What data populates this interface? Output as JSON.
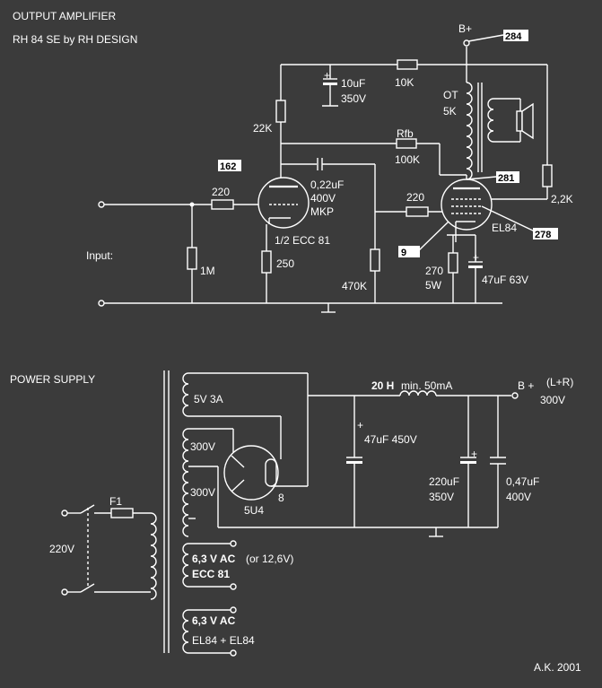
{
  "title": "OUTPUT AMPLIFIER",
  "subtitle": "RH 84 SE  by RH DESIGN",
  "amp": {
    "b_plus": "B+",
    "v_284": "284",
    "v_162": "162",
    "v_281": "281",
    "v_278": "278",
    "v_9": "9",
    "c1_a": "10uF",
    "c1_b": "350V",
    "r_10k": "10K",
    "r_22k": "22K",
    "ot_a": "OT",
    "ot_b": "5K",
    "rfb": "Rfb",
    "r_100k": "100K",
    "cap_a": "0,22uF",
    "cap_b": "400V",
    "cap_c": "MKP",
    "r_220a": "220",
    "r_220b": "220",
    "tube1": "1/2  ECC 81",
    "r_250": "250",
    "r_1m": "1M",
    "r_470k": "470K",
    "input": "Input:",
    "r_270a": "270",
    "r_270b": "5W",
    "c_47": "47uF  63V",
    "tube2": "EL84",
    "r_2k2": "2,2K"
  },
  "psu": {
    "title": "POWER SUPPLY",
    "w_5v": "5V 3A",
    "w_300a": "300V",
    "w_300b": "300V",
    "rect": "5U4",
    "pin": "8",
    "choke_a": "20 H",
    "choke_b": "min. 50mA",
    "bplus": "B +",
    "lr": "(L+R)",
    "v300": "300V",
    "c47": "47uF 450V",
    "c220_a": "220uF",
    "c220_b": "350V",
    "c047_a": "0,47uF",
    "c047_b": "400V",
    "plus": "+",
    "f1": "F1",
    "mains": "220V",
    "h1_a": "6,3 V AC",
    "h1_b": "(or 12,6V)",
    "h1_c": "ECC 81",
    "h2_a": "6,3 V AC",
    "h2_b": "EL84 + EL84",
    "author": "A.K.   2001"
  }
}
